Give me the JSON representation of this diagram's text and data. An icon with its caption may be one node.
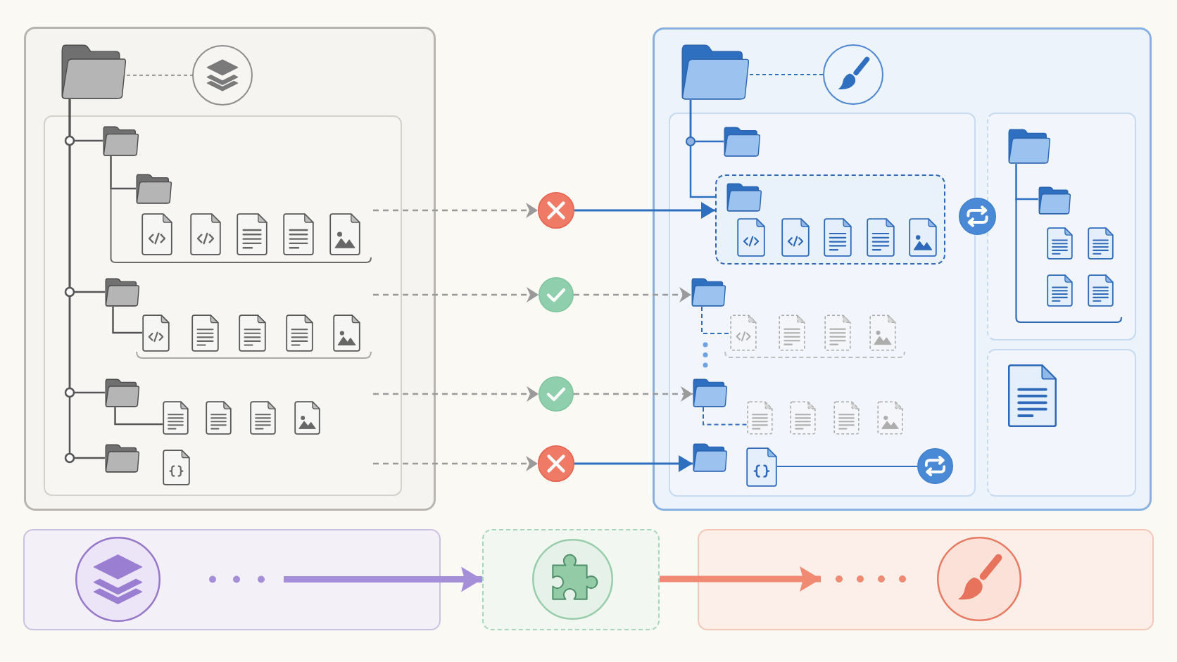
{
  "diagram": {
    "nodes": [
      {
        "text": [],
        "shape": "box"
      },
      {
        "text": [],
        "shape": "folder",
        "in": 0
      },
      {
        "text": [],
        "shape": "circle",
        "in": 0
      },
      {
        "text": [],
        "shape": "box",
        "in": 0
      },
      {
        "text": [],
        "shape": "folder",
        "in": 3
      },
      {
        "text": [],
        "shape": "folder",
        "in": 3
      },
      {
        "text": [],
        "shape": "file",
        "in": 3
      },
      {
        "text": [],
        "shape": "file",
        "in": 3
      },
      {
        "text": [],
        "shape": "file",
        "in": 3
      },
      {
        "text": [],
        "shape": "file",
        "in": 3
      },
      {
        "text": [],
        "shape": "file",
        "in": 3
      },
      {
        "text": [],
        "shape": "folder",
        "in": 3
      },
      {
        "text": [],
        "shape": "file",
        "in": 3
      },
      {
        "text": [],
        "shape": "file",
        "in": 3
      },
      {
        "text": [],
        "shape": "file",
        "in": 3
      },
      {
        "text": [],
        "shape": "file",
        "in": 3
      },
      {
        "text": [],
        "shape": "file",
        "in": 3
      },
      {
        "text": [],
        "shape": "folder",
        "in": 3
      },
      {
        "text": [],
        "shape": "file",
        "in": 3
      },
      {
        "text": [],
        "shape": "file",
        "in": 3
      },
      {
        "text": [],
        "shape": "file",
        "in": 3
      },
      {
        "text": [],
        "shape": "file",
        "in": 3
      },
      {
        "text": [],
        "shape": "folder",
        "in": 3
      },
      {
        "text": [],
        "shape": "file",
        "in": 3
      },
      {
        "text": [],
        "shape": "circle"
      },
      {
        "text": [],
        "shape": "circle"
      },
      {
        "text": [],
        "shape": "circle"
      },
      {
        "text": [],
        "shape": "circle"
      },
      {
        "text": [],
        "shape": "box"
      },
      {
        "text": [],
        "shape": "folder",
        "in": 28
      },
      {
        "text": [],
        "shape": "circle",
        "in": 28
      },
      {
        "text": [],
        "shape": "box",
        "in": 28
      },
      {
        "text": [],
        "shape": "folder",
        "in": 31
      },
      {
        "text": [],
        "shape": "box",
        "in": 31
      },
      {
        "text": [],
        "shape": "folder",
        "in": 33
      },
      {
        "text": [],
        "shape": "file",
        "in": 33
      },
      {
        "text": [],
        "shape": "file",
        "in": 33
      },
      {
        "text": [],
        "shape": "file",
        "in": 33
      },
      {
        "text": [],
        "shape": "file",
        "in": 33
      },
      {
        "text": [],
        "shape": "file",
        "in": 33
      },
      {
        "text": [],
        "shape": "circle",
        "in": 28
      },
      {
        "text": [],
        "shape": "folder",
        "in": 31
      },
      {
        "text": [],
        "shape": "file",
        "in": 31
      },
      {
        "text": [],
        "shape": "file",
        "in": 31
      },
      {
        "text": [],
        "shape": "file",
        "in": 31
      },
      {
        "text": [],
        "shape": "file",
        "in": 31
      },
      {
        "text": [],
        "shape": "folder",
        "in": 31
      },
      {
        "text": [],
        "shape": "file",
        "in": 31
      },
      {
        "text": [],
        "shape": "file",
        "in": 31
      },
      {
        "text": [],
        "shape": "file",
        "in": 31
      },
      {
        "text": [],
        "shape": "file",
        "in": 31
      },
      {
        "text": [],
        "shape": "folder",
        "in": 31
      },
      {
        "text": [],
        "shape": "file",
        "in": 31
      },
      {
        "text": [],
        "shape": "circle",
        "in": 31
      },
      {
        "text": [],
        "shape": "box",
        "in": 28
      },
      {
        "text": [],
        "shape": "folder",
        "in": 54
      },
      {
        "text": [],
        "shape": "folder",
        "in": 54
      },
      {
        "text": [],
        "shape": "file",
        "in": 54
      },
      {
        "text": [],
        "shape": "file",
        "in": 54
      },
      {
        "text": [],
        "shape": "file",
        "in": 54
      },
      {
        "text": [],
        "shape": "file",
        "in": 54
      },
      {
        "text": [],
        "shape": "box",
        "in": 28
      },
      {
        "text": [],
        "shape": "file",
        "in": 61
      },
      {
        "text": [],
        "shape": "box"
      },
      {
        "text": [],
        "shape": "circle",
        "in": 63
      },
      {
        "text": [],
        "shape": "box"
      },
      {
        "text": [],
        "shape": "circle",
        "in": 65
      },
      {
        "text": [],
        "shape": "box"
      },
      {
        "text": [],
        "shape": "circle",
        "in": 67
      }
    ],
    "edges": [
      {
        "from": 1,
        "to": 2,
        "arrow": "none",
        "style": "dashed",
        "color": "#9a9a9a"
      },
      {
        "from": 1,
        "to": 4,
        "arrow": "none",
        "color": "#555555"
      },
      {
        "from": 1,
        "to": 11,
        "arrow": "none",
        "color": "#555555"
      },
      {
        "from": 1,
        "to": 17,
        "arrow": "none",
        "color": "#555555"
      },
      {
        "from": 1,
        "to": 22,
        "arrow": "none",
        "color": "#555555"
      },
      {
        "from": 4,
        "to": 5,
        "arrow": "none",
        "color": "#555555"
      },
      {
        "from": 11,
        "to": 12,
        "arrow": "none",
        "color": "#555555"
      },
      {
        "from": 17,
        "to": 18,
        "arrow": "none",
        "color": "#555555"
      },
      {
        "from": null,
        "to": 24,
        "arrow": "to",
        "style": "dashed",
        "color": "#9a9a9a"
      },
      {
        "from": 24,
        "to": 33,
        "arrow": "to"
      },
      {
        "from": null,
        "to": 25,
        "arrow": "to",
        "style": "dashed",
        "color": "#9a9a9a"
      },
      {
        "from": 25,
        "to": 41,
        "arrow": "to",
        "style": "dashed",
        "color": "#9a9a9a"
      },
      {
        "from": null,
        "to": 26,
        "arrow": "to",
        "style": "dashed",
        "color": "#9a9a9a"
      },
      {
        "from": 26,
        "to": 46,
        "arrow": "to",
        "style": "dashed",
        "color": "#9a9a9a"
      },
      {
        "from": null,
        "to": 27,
        "arrow": "to",
        "style": "dashed",
        "color": "#9a9a9a"
      },
      {
        "from": 27,
        "to": 51,
        "arrow": "to"
      },
      {
        "from": 29,
        "to": 30,
        "arrow": "none",
        "style": "dashed"
      },
      {
        "from": 29,
        "to": 32,
        "arrow": "none"
      },
      {
        "from": 29,
        "to": 33,
        "arrow": "none"
      },
      {
        "from": 41,
        "to": 42,
        "arrow": "none",
        "style": "dashed"
      },
      {
        "from": 46,
        "to": 47,
        "arrow": "none",
        "style": "dashed"
      },
      {
        "from": 52,
        "to": 53,
        "arrow": "none"
      },
      {
        "from": 55,
        "to": 56,
        "arrow": "none"
      },
      {
        "from": null,
        "to": 65,
        "arrow": "to",
        "style": "thick",
        "color": "#a58fd8"
      },
      {
        "from": 65,
        "to": null,
        "arrow": "to",
        "style": "thick",
        "color": "#f08a72"
      }
    ]
  }
}
